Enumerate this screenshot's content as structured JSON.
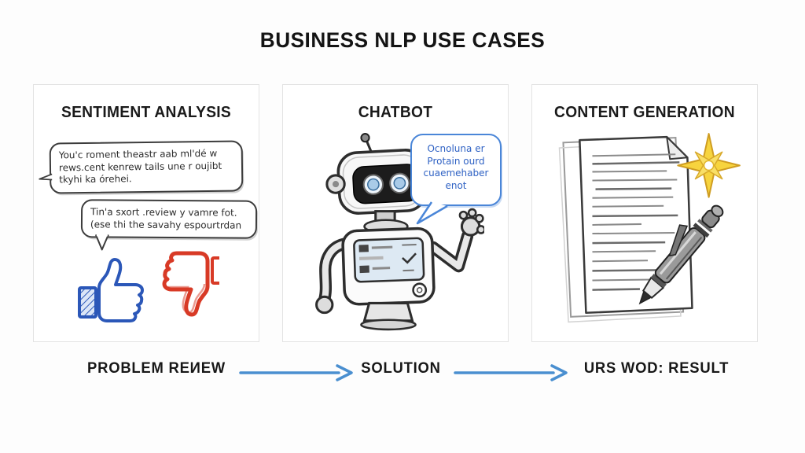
{
  "title": "BUSINESS NLP USE CASES",
  "panels": {
    "sentiment": {
      "heading": "SENTIMENT ANALYSIS",
      "bubble1": "You'c roment theastr aab ml'dé w\nrews.cent kenrew tails une r oujibt\ntkyhi ka órehei.",
      "bubble2": "Tin'a sxort .review y vamre fot.\n(ese thi the savahy espourtrdan",
      "icons": [
        {
          "name": "thumbs-up-icon",
          "color": "#2b57b8"
        },
        {
          "name": "thumbs-down-icon",
          "color": "#d83a26"
        }
      ]
    },
    "chatbot": {
      "heading": "CHATBOT",
      "bubble": "Ocnoluna er\nProtain ourd\ncuaemehaber\nenot",
      "icons": [
        {
          "name": "robot-illustration",
          "color": "#2d2d2d"
        },
        {
          "name": "chat-bubble",
          "color": "#4a86d8"
        }
      ]
    },
    "content": {
      "heading": "CONTENT GENERATION",
      "icons": [
        {
          "name": "document-illustration",
          "color": "#3a3a3a"
        },
        {
          "name": "pen-icon",
          "color": "#555555"
        },
        {
          "name": "sparkle-icon",
          "color": "#f1c32f"
        }
      ]
    }
  },
  "flow": {
    "steps": [
      {
        "label": "PROBLEM REИEW"
      },
      {
        "label": "SOLUTION"
      },
      {
        "label": "URS WOD: RESULT"
      }
    ],
    "arrow_color": "#4a8fd0"
  },
  "colors": {
    "background": "#fdfdfd",
    "panel_border": "#e3e3e3",
    "ink": "#1b1b1b",
    "chat_bubble_blue": "#4a86d8",
    "chat_text_blue": "#2f62c4",
    "thumb_up_blue": "#2b57b8",
    "thumb_down_red": "#d83a26",
    "sparkle_yellow": "#f1c32f",
    "arrow_blue": "#4a8fd0"
  }
}
